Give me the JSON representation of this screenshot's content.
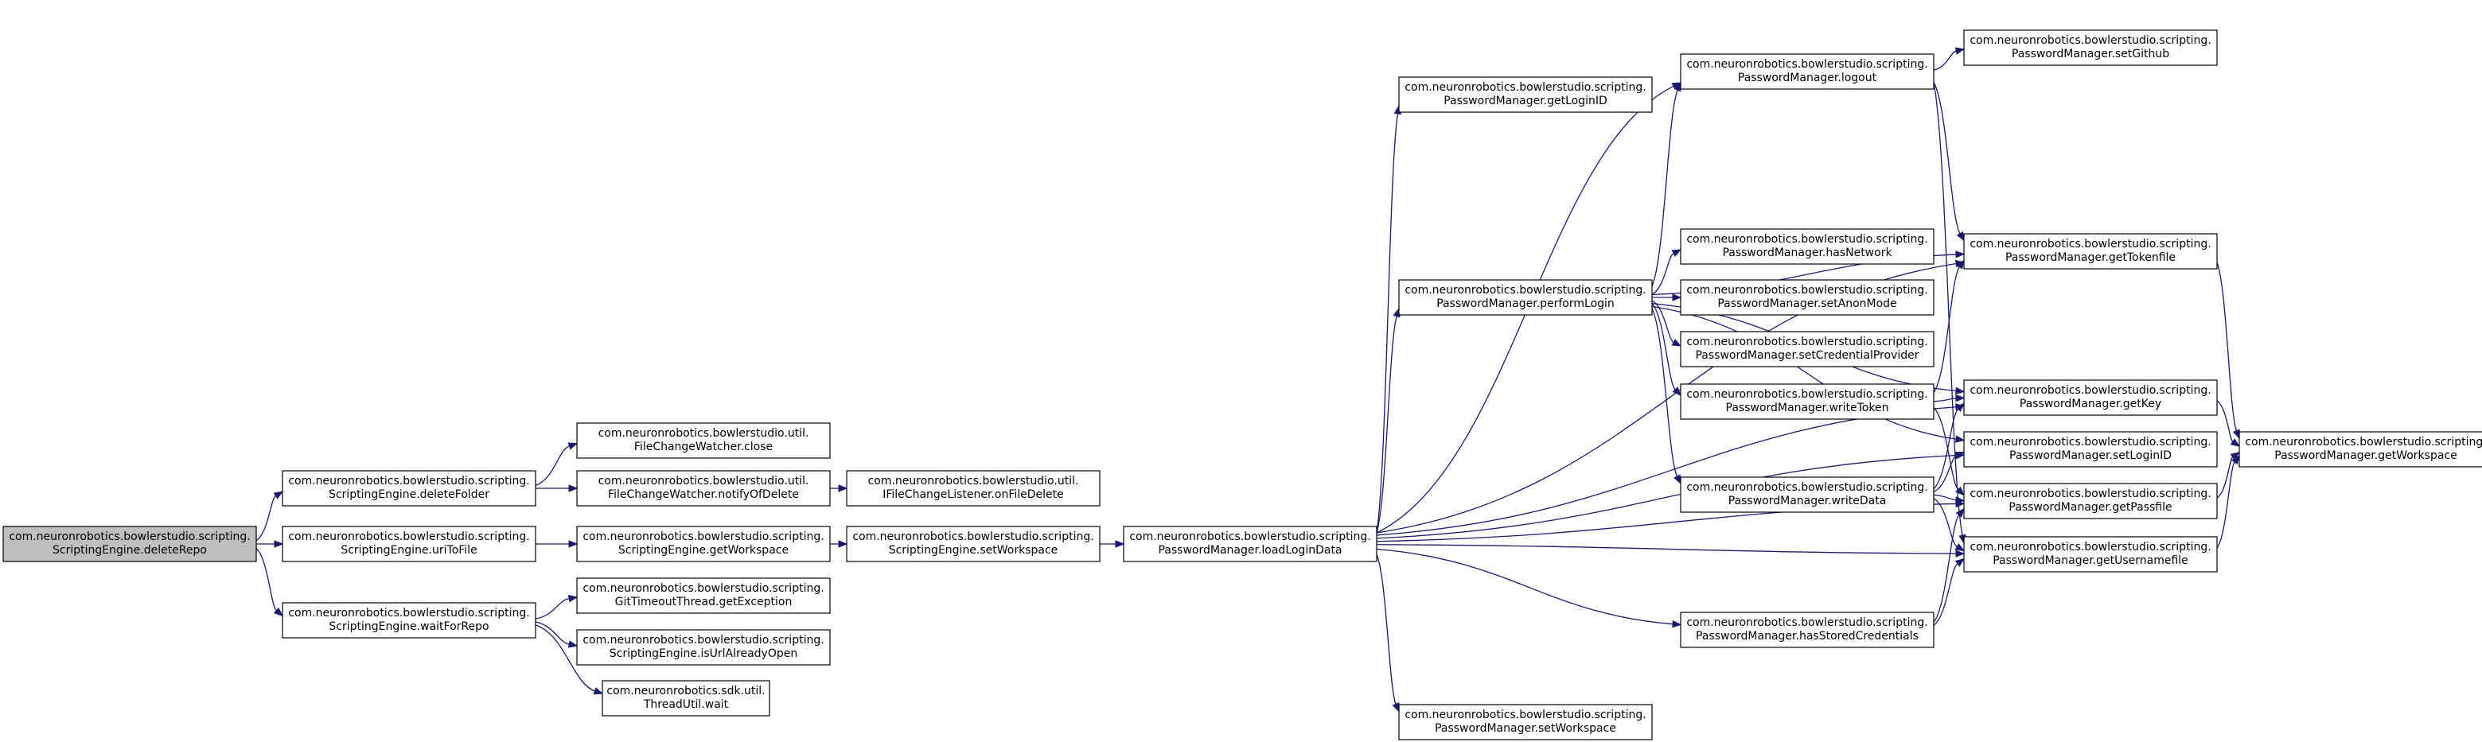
{
  "nodes": [
    {
      "id": "deleteRepo",
      "lines": [
        "com.neuronrobotics.bowlerstudio.scripting.",
        "ScriptingEngine.deleteRepo"
      ],
      "root": true
    },
    {
      "id": "deleteFolder",
      "lines": [
        "com.neuronrobotics.bowlerstudio.scripting.",
        "ScriptingEngine.deleteFolder"
      ]
    },
    {
      "id": "uriToFile",
      "lines": [
        "com.neuronrobotics.bowlerstudio.scripting.",
        "ScriptingEngine.uriToFile"
      ]
    },
    {
      "id": "waitForRepo",
      "lines": [
        "com.neuronrobotics.bowlerstudio.scripting.",
        "ScriptingEngine.waitForRepo"
      ]
    },
    {
      "id": "fcwClose",
      "lines": [
        "com.neuronrobotics.bowlerstudio.util.",
        "FileChangeWatcher.close"
      ]
    },
    {
      "id": "fcwNotify",
      "lines": [
        "com.neuronrobotics.bowlerstudio.util.",
        "FileChangeWatcher.notifyOfDelete"
      ]
    },
    {
      "id": "seGetWorkspace",
      "lines": [
        "com.neuronrobotics.bowlerstudio.scripting.",
        "ScriptingEngine.getWorkspace"
      ]
    },
    {
      "id": "getException",
      "lines": [
        "com.neuronrobotics.bowlerstudio.scripting.",
        "GitTimeoutThread.getException"
      ]
    },
    {
      "id": "isUrlAlreadyOpen",
      "lines": [
        "com.neuronrobotics.bowlerstudio.scripting.",
        "ScriptingEngine.isUrlAlreadyOpen"
      ]
    },
    {
      "id": "threadWait",
      "lines": [
        "com.neuronrobotics.sdk.util.",
        "ThreadUtil.wait"
      ]
    },
    {
      "id": "onFileDelete",
      "lines": [
        "com.neuronrobotics.bowlerstudio.util.",
        "IFileChangeListener.onFileDelete"
      ]
    },
    {
      "id": "seSetWorkspace",
      "lines": [
        "com.neuronrobotics.bowlerstudio.scripting.",
        "ScriptingEngine.setWorkspace"
      ]
    },
    {
      "id": "loadLoginData",
      "lines": [
        "com.neuronrobotics.bowlerstudio.scripting.",
        "PasswordManager.loadLoginData"
      ]
    },
    {
      "id": "pmGetLoginID",
      "lines": [
        "com.neuronrobotics.bowlerstudio.scripting.",
        "PasswordManager.getLoginID"
      ]
    },
    {
      "id": "performLogin",
      "lines": [
        "com.neuronrobotics.bowlerstudio.scripting.",
        "PasswordManager.performLogin"
      ]
    },
    {
      "id": "pmSetWorkspace",
      "lines": [
        "com.neuronrobotics.bowlerstudio.scripting.",
        "PasswordManager.setWorkspace"
      ]
    },
    {
      "id": "logout",
      "lines": [
        "com.neuronrobotics.bowlerstudio.scripting.",
        "PasswordManager.logout"
      ]
    },
    {
      "id": "hasNetwork",
      "lines": [
        "com.neuronrobotics.bowlerstudio.scripting.",
        "PasswordManager.hasNetwork"
      ]
    },
    {
      "id": "setAnonMode",
      "lines": [
        "com.neuronrobotics.bowlerstudio.scripting.",
        "PasswordManager.setAnonMode"
      ]
    },
    {
      "id": "setCredentialProvider",
      "lines": [
        "com.neuronrobotics.bowlerstudio.scripting.",
        "PasswordManager.setCredentialProvider"
      ]
    },
    {
      "id": "writeToken",
      "lines": [
        "com.neuronrobotics.bowlerstudio.scripting.",
        "PasswordManager.writeToken"
      ]
    },
    {
      "id": "writeData",
      "lines": [
        "com.neuronrobotics.bowlerstudio.scripting.",
        "PasswordManager.writeData"
      ]
    },
    {
      "id": "hasStoredCredentials",
      "lines": [
        "com.neuronrobotics.bowlerstudio.scripting.",
        "PasswordManager.hasStoredCredentials"
      ]
    },
    {
      "id": "setGithub",
      "lines": [
        "com.neuronrobotics.bowlerstudio.scripting.",
        "PasswordManager.setGithub"
      ]
    },
    {
      "id": "getTokenfile",
      "lines": [
        "com.neuronrobotics.bowlerstudio.scripting.",
        "PasswordManager.getTokenfile"
      ]
    },
    {
      "id": "getKey",
      "lines": [
        "com.neuronrobotics.bowlerstudio.scripting.",
        "PasswordManager.getKey"
      ]
    },
    {
      "id": "setLoginID",
      "lines": [
        "com.neuronrobotics.bowlerstudio.scripting.",
        "PasswordManager.setLoginID"
      ]
    },
    {
      "id": "getPassfile",
      "lines": [
        "com.neuronrobotics.bowlerstudio.scripting.",
        "PasswordManager.getPassfile"
      ]
    },
    {
      "id": "getUsernamefile",
      "lines": [
        "com.neuronrobotics.bowlerstudio.scripting.",
        "PasswordManager.getUsernamefile"
      ]
    },
    {
      "id": "pmGetWorkspace",
      "lines": [
        "com.neuronrobotics.bowlerstudio.scripting.",
        "PasswordManager.getWorkspace"
      ]
    }
  ],
  "edges": [
    [
      "deleteRepo",
      "deleteFolder"
    ],
    [
      "deleteRepo",
      "uriToFile"
    ],
    [
      "deleteRepo",
      "waitForRepo"
    ],
    [
      "deleteFolder",
      "fcwClose"
    ],
    [
      "deleteFolder",
      "fcwNotify"
    ],
    [
      "fcwNotify",
      "onFileDelete"
    ],
    [
      "uriToFile",
      "seGetWorkspace"
    ],
    [
      "seGetWorkspace",
      "seSetWorkspace"
    ],
    [
      "seSetWorkspace",
      "loadLoginData"
    ],
    [
      "waitForRepo",
      "getException"
    ],
    [
      "waitForRepo",
      "isUrlAlreadyOpen"
    ],
    [
      "waitForRepo",
      "threadWait"
    ],
    [
      "loadLoginData",
      "logout"
    ],
    [
      "loadLoginData",
      "pmGetLoginID"
    ],
    [
      "loadLoginData",
      "getTokenfile"
    ],
    [
      "loadLoginData",
      "performLogin"
    ],
    [
      "loadLoginData",
      "getKey"
    ],
    [
      "loadLoginData",
      "setLoginID"
    ],
    [
      "loadLoginData",
      "getPassfile"
    ],
    [
      "loadLoginData",
      "hasStoredCredentials"
    ],
    [
      "loadLoginData",
      "getUsernamefile"
    ],
    [
      "loadLoginData",
      "pmSetWorkspace"
    ],
    [
      "performLogin",
      "logout"
    ],
    [
      "performLogin",
      "hasNetwork"
    ],
    [
      "performLogin",
      "setAnonMode"
    ],
    [
      "performLogin",
      "setCredentialProvider"
    ],
    [
      "performLogin",
      "writeToken"
    ],
    [
      "performLogin",
      "writeData"
    ],
    [
      "performLogin",
      "getTokenfile"
    ],
    [
      "performLogin",
      "getKey"
    ],
    [
      "performLogin",
      "setLoginID"
    ],
    [
      "logout",
      "setGithub"
    ],
    [
      "logout",
      "getTokenfile"
    ],
    [
      "logout",
      "getUsernamefile"
    ],
    [
      "writeToken",
      "getTokenfile"
    ],
    [
      "writeToken",
      "getKey"
    ],
    [
      "writeToken",
      "getPassfile"
    ],
    [
      "writeData",
      "getKey"
    ],
    [
      "writeData",
      "setLoginID"
    ],
    [
      "writeData",
      "getPassfile"
    ],
    [
      "writeData",
      "getUsernamefile"
    ],
    [
      "hasStoredCredentials",
      "getPassfile"
    ],
    [
      "hasStoredCredentials",
      "getUsernamefile"
    ],
    [
      "getTokenfile",
      "pmGetWorkspace"
    ],
    [
      "getKey",
      "pmGetWorkspace"
    ],
    [
      "getPassfile",
      "pmGetWorkspace"
    ],
    [
      "getUsernamefile",
      "pmGetWorkspace"
    ]
  ]
}
